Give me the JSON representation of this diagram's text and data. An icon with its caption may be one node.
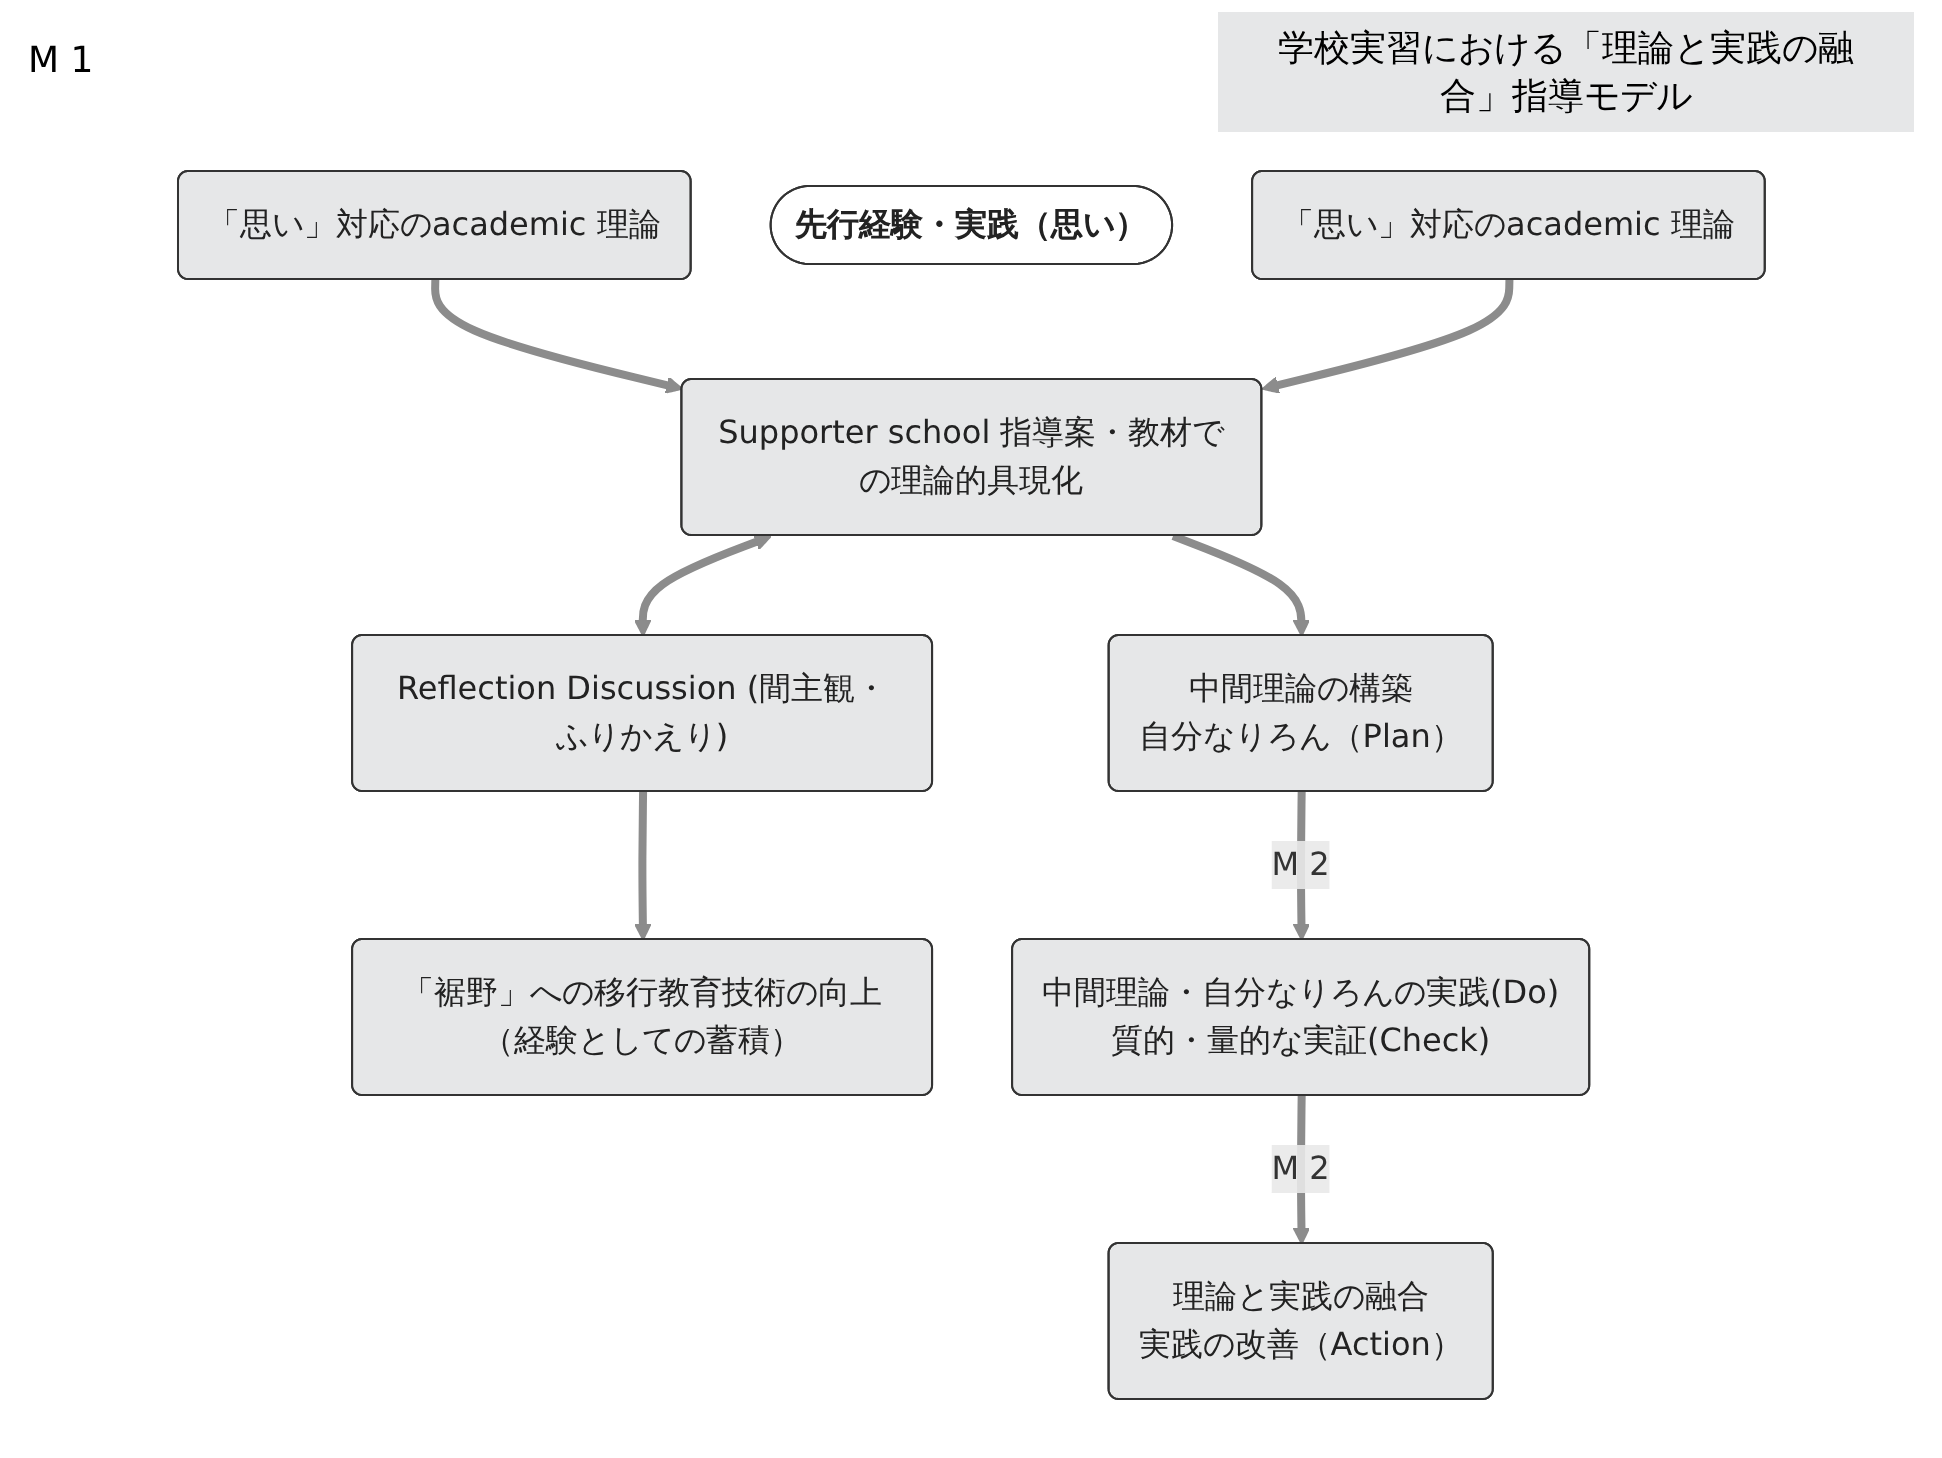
{
  "diagram": {
    "title": "学校実習における「理論と実践の融合」指導モデル",
    "nodes": [
      {
        "text": [
          "「思い」対応のacademic 理論"
        ]
      },
      {
        "text": [
          "先行経験・実践（思い）"
        ]
      },
      {
        "text": [
          "「思い」対応のacademic 理論"
        ]
      },
      {
        "text": [
          "Supporter school 指導案・教材での理論的具現化"
        ]
      },
      {
        "text": [
          "Reflection Discussion (間主観・ふりかえり)"
        ]
      },
      {
        "text": [
          "「裾野」への移行教育技術の向上（経験としての蓄積）"
        ]
      },
      {
        "text": [
          "中間理論の構築",
          "自分なりろん（Plan）"
        ]
      },
      {
        "text": [
          "中間理論・自分なりろんの実践(Do)",
          "質的・量的な実証(Check)"
        ]
      },
      {
        "text": [
          "理論と実践の融合",
          "実践の改善（Action）"
        ]
      }
    ],
    "edges": [
      {
        "from": 0,
        "to": 3,
        "arrow": "to"
      },
      {
        "from": 2,
        "to": 3,
        "arrow": "to"
      },
      {
        "from": 3,
        "to": 4,
        "arrow": "both"
      },
      {
        "from": 4,
        "to": 5,
        "arrow": "to"
      },
      {
        "from": 3,
        "to": 6,
        "arrow": "to"
      },
      {
        "from": 6,
        "to": 7,
        "arrow": "to",
        "label": "M 2"
      },
      {
        "from": 7,
        "to": 8,
        "arrow": "to",
        "label": "M 2"
      }
    ],
    "labels": [
      "M 1"
    ]
  }
}
